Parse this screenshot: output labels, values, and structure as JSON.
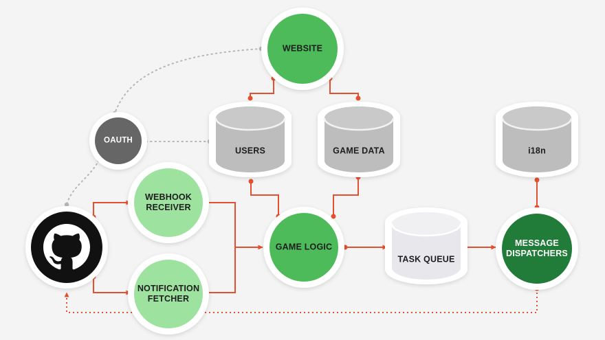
{
  "nodes": {
    "website": "WEBSITE",
    "oauth": "OAUTH",
    "users": "USERS",
    "game_data": "GAME DATA",
    "i18n": "i18n",
    "webhook_receiver": "WEBHOOK\nRECEIVER",
    "notification_fetcher": "NOTIFICATION\nFETCHER",
    "game_logic": "GAME LOGIC",
    "task_queue": "TASK QUEUE",
    "message_dispatchers": "MESSAGE\nDISPATCHERS",
    "github": "github-logo-icon"
  },
  "colors": {
    "background": "#f4f4f4",
    "green_bright": "#4dbb5a",
    "green_light": "#9de29f",
    "green_dark": "#217b39",
    "oauth_gray": "#666666",
    "db_body": "#bdbdbd",
    "db_top": "#c9c9c9",
    "queue_body": "#e8e8ec",
    "connector_red": "#e4502f",
    "connector_gray": "#b5b5b5"
  }
}
